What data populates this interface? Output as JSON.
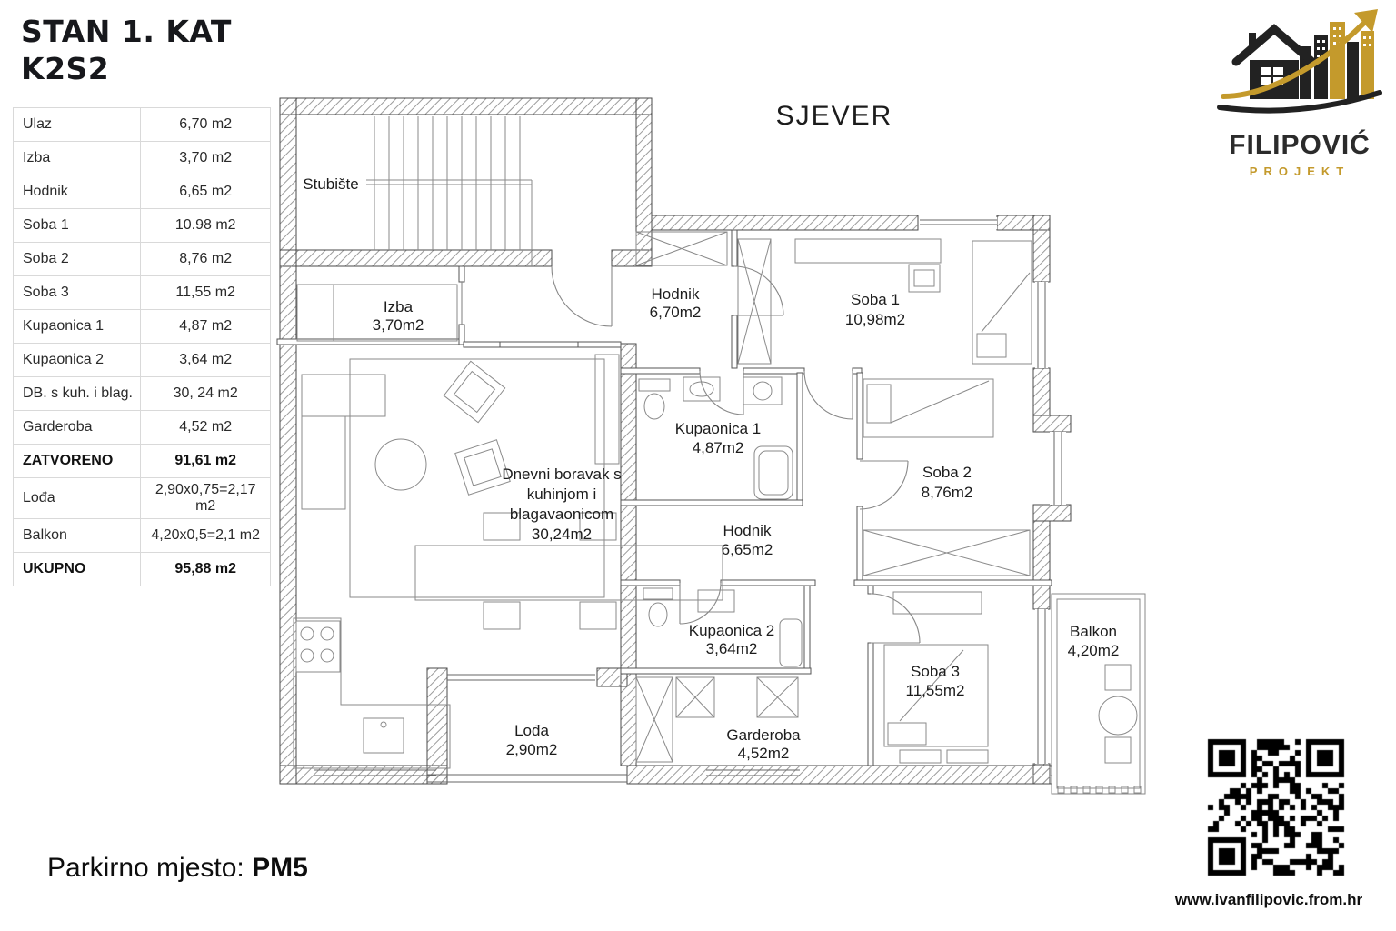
{
  "header": {
    "title_line1": "STAN 1. KAT",
    "title_line2": "K2S2"
  },
  "area_table": {
    "rows": [
      {
        "label": "Ulaz",
        "value": "6,70 m2",
        "bold": false
      },
      {
        "label": "Izba",
        "value": "3,70 m2",
        "bold": false
      },
      {
        "label": "Hodnik",
        "value": "6,65 m2",
        "bold": false
      },
      {
        "label": "Soba 1",
        "value": "10.98 m2",
        "bold": false
      },
      {
        "label": "Soba 2",
        "value": "8,76 m2",
        "bold": false
      },
      {
        "label": "Soba 3",
        "value": "11,55 m2",
        "bold": false
      },
      {
        "label": "Kupaonica 1",
        "value": "4,87 m2",
        "bold": false
      },
      {
        "label": "Kupaonica 2",
        "value": "3,64 m2",
        "bold": false
      },
      {
        "label": "DB. s kuh. i blag.",
        "value": "30, 24 m2",
        "bold": false
      },
      {
        "label": "Garderoba",
        "value": "4,52 m2",
        "bold": false
      },
      {
        "label": "ZATVORENO",
        "value": "91,61 m2",
        "bold": true
      },
      {
        "label": "Lođa",
        "value": "2,90x0,75=2,17 m2",
        "bold": false
      },
      {
        "label": "Balkon",
        "value": "4,20x0,5=2,1 m2",
        "bold": false
      },
      {
        "label": "UKUPNO",
        "value": "95,88 m2",
        "bold": true
      }
    ]
  },
  "plan": {
    "compass": "SJEVER",
    "rooms": [
      {
        "id": "stubiste",
        "lines": [
          "Stubište"
        ]
      },
      {
        "id": "izba",
        "lines": [
          "Izba",
          "3,70m2"
        ]
      },
      {
        "id": "ulaz",
        "lines": [
          "Hodnik",
          "6,70m2"
        ]
      },
      {
        "id": "soba1",
        "lines": [
          "Soba 1",
          "10,98m2"
        ]
      },
      {
        "id": "kupaonica1",
        "lines": [
          "Kupaonica 1",
          "4,87m2"
        ]
      },
      {
        "id": "soba2",
        "lines": [
          "Soba 2",
          "8,76m2"
        ]
      },
      {
        "id": "hodnik",
        "lines": [
          "Hodnik",
          "6,65m2"
        ]
      },
      {
        "id": "dnevni",
        "lines": [
          "Dnevni boravak s",
          "kuhinjom i",
          "blagavaonicom",
          "30,24m2"
        ]
      },
      {
        "id": "kupaonica2",
        "lines": [
          "Kupaonica 2",
          "3,64m2"
        ]
      },
      {
        "id": "garderoba",
        "lines": [
          "Garderoba",
          "4,52m2"
        ]
      },
      {
        "id": "soba3",
        "lines": [
          "Soba 3",
          "11,55m2"
        ]
      },
      {
        "id": "balkon",
        "lines": [
          "Balkon",
          "4,20m2"
        ]
      },
      {
        "id": "lodja",
        "lines": [
          "Lođa",
          "2,90m2"
        ]
      }
    ]
  },
  "logo": {
    "brand": "FILIPOVIĆ",
    "sub": "PROJEKT"
  },
  "footer": {
    "parking_label": "Parkirno mjesto: ",
    "parking_value": "PM5",
    "website": "www.ivanfilipovic.from.hr"
  },
  "colors": {
    "gold": "#C49A2C",
    "ink": "#1E1E1E",
    "wall": "#4a4a4a",
    "furn": "#8a8a8a",
    "tborder": "#d9d9d9"
  }
}
